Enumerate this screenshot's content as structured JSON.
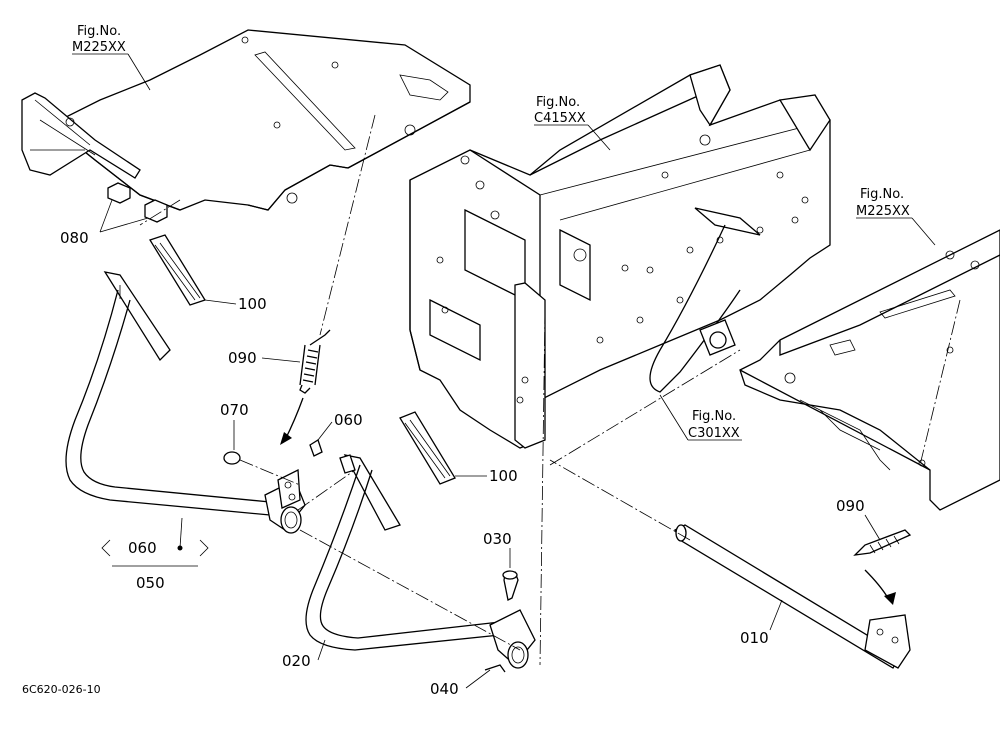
{
  "figure_refs": [
    {
      "label": "Fig.No.",
      "code": "M225XX"
    },
    {
      "label": "Fig.No.",
      "code": "C415XX"
    },
    {
      "label": "Fig.No.",
      "code": "M225XX"
    },
    {
      "label": "Fig.No.",
      "code": "C301XX"
    }
  ],
  "parts": {
    "p010": "010",
    "p020": "020",
    "p030": "030",
    "p040": "040",
    "p050": "050",
    "p060a": "060",
    "p060b": "060",
    "p070": "070",
    "p080": "080",
    "p090a": "090",
    "p090b": "090",
    "p100a": "100",
    "p100b": "100"
  },
  "drawing_code": "6C620-026-10"
}
